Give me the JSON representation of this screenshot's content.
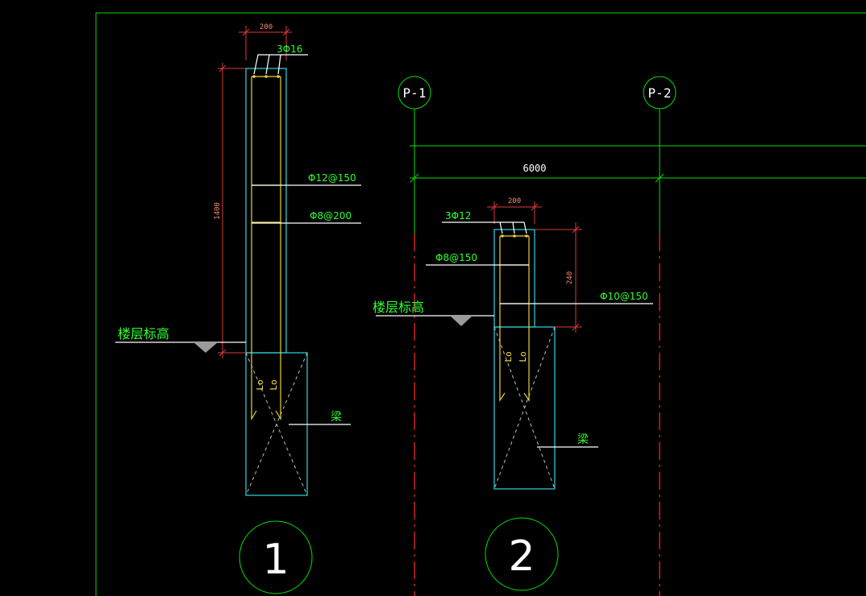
{
  "canvas": {
    "background": "#000000"
  },
  "colors": {
    "frame": "#00e000",
    "concrete": "#33d6e0",
    "rebar": "#e8d23a",
    "dimension": "#e03a3a",
    "axis": "#d02020",
    "text": "#30ff30"
  },
  "axes": [
    {
      "label": "P-1"
    },
    {
      "label": "P-2"
    }
  ],
  "span_dimension": "6000",
  "detail_1": {
    "width_dim": "200",
    "height_dim": "1400",
    "top_rebar": "3Φ16",
    "stirrup_1": "Φ12@150",
    "stirrup_2": "Φ8@200",
    "floor_level": "楼层标高",
    "beam": "梁",
    "anchor_1": "Lo",
    "anchor_2": "Lo",
    "number": "1"
  },
  "detail_2": {
    "width_dim": "200",
    "height_dim": "240",
    "top_rebar": "3Φ12",
    "stirrup_1": "Φ8@150",
    "stirrup_2": "Φ10@150",
    "floor_level": "楼层标高",
    "beam": "梁",
    "anchor_1": "Lo",
    "anchor_2": "Lo",
    "number": "2"
  }
}
